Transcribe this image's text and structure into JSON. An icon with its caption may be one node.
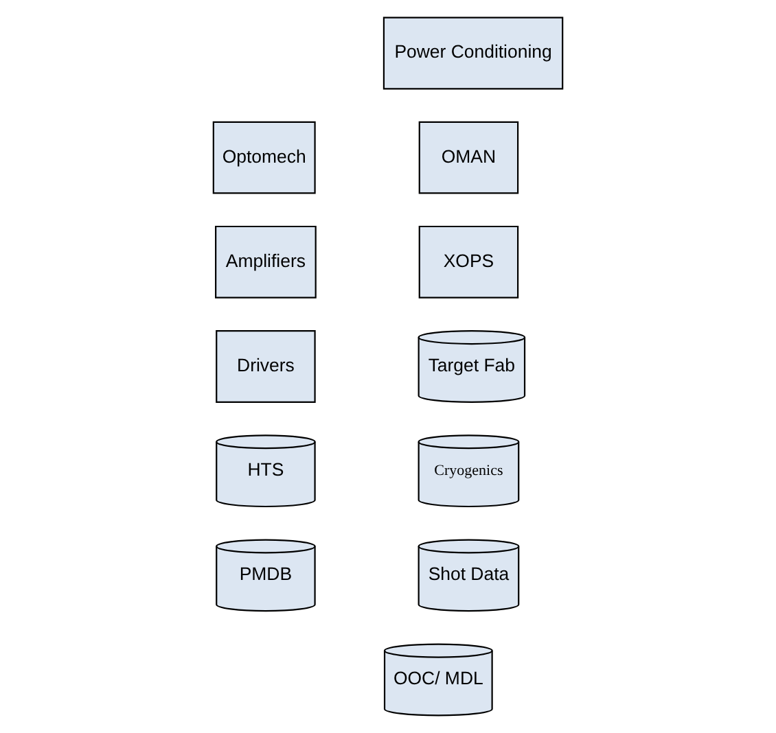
{
  "diagram": {
    "nodes": [
      {
        "text": [
          "Power Conditioning"
        ]
      },
      {
        "text": [
          "Optomech"
        ]
      },
      {
        "text": [
          "OMAN"
        ]
      },
      {
        "text": [
          "Amplifiers"
        ]
      },
      {
        "text": [
          "XOPS"
        ]
      },
      {
        "text": [
          "Drivers"
        ]
      },
      {
        "text": [
          "Target Fab"
        ]
      },
      {
        "text": [
          "HTS"
        ]
      },
      {
        "text": [
          "Cryogenics"
        ]
      },
      {
        "text": [
          "PMDB"
        ]
      },
      {
        "text": [
          "Shot Data"
        ]
      },
      {
        "text": [
          "OOC/ MDL"
        ]
      }
    ],
    "edges": []
  }
}
